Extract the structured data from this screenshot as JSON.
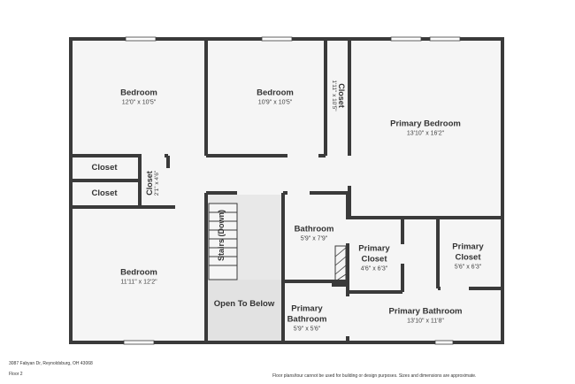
{
  "footer": {
    "address": "3087 Fabyan Dr, Reynoldsburg, OH 43068",
    "floor": "Floor 2",
    "disclaimer": "Floor plans/tour cannot be used for building or design purposes. Sizes and dimensions are approximate."
  },
  "colors": {
    "wall": "#3a3a3a",
    "floor": "#f5f5f5",
    "open_below": "#e4e4e4",
    "window": "#ffffff"
  },
  "rooms": {
    "bedroom_nw": {
      "name": "Bedroom",
      "dims": "12'0\" x 10'5\""
    },
    "bedroom_n": {
      "name": "Bedroom",
      "dims": "10'9\" x 10'5\""
    },
    "closet_n": {
      "name": "Closet",
      "dims": "1'11\" x 10'5\""
    },
    "primary_bedroom": {
      "name": "Primary Bedroom",
      "dims": "13'10\" x 16'2\""
    },
    "closet_w1": {
      "name": "Closet"
    },
    "closet_w2": {
      "name": "Closet"
    },
    "closet_small": {
      "name": "Closet",
      "dims": "2'1\" x 4'6\""
    },
    "stairs": {
      "name": "Stairs (Down)"
    },
    "bathroom": {
      "name": "Bathroom",
      "dims": "5'9\" x 7'9\""
    },
    "primary_closet_1": {
      "name": "Primary Closet",
      "dims": "4'6\" x 6'3\""
    },
    "primary_closet_2": {
      "name": "Primary Closet",
      "dims": "5'6\" x 6'3\""
    },
    "bedroom_sw": {
      "name": "Bedroom",
      "dims": "11'11\" x 12'2\""
    },
    "open_below": {
      "name": "Open To Below"
    },
    "primary_bathroom_small": {
      "name": "Primary Bathroom",
      "dims": "5'9\" x 5'6\""
    },
    "primary_bathroom": {
      "name": "Primary Bathroom",
      "dims": "13'10\" x 11'8\""
    }
  }
}
